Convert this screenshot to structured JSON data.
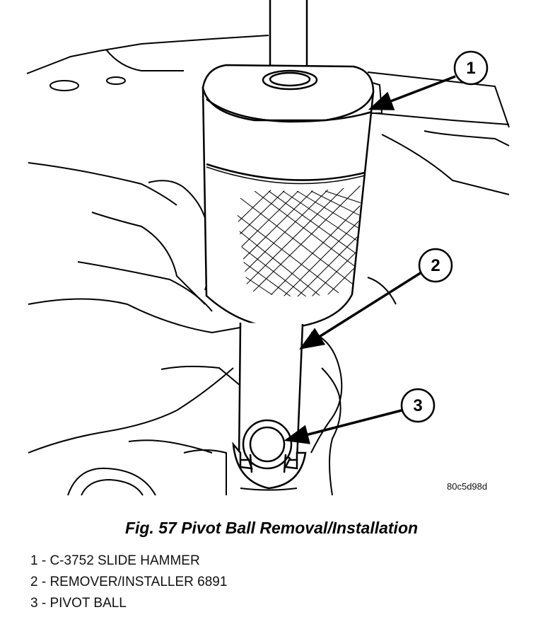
{
  "figure": {
    "caption": "Fig. 57 Pivot Ball Removal/Installation",
    "image_code": "80c5d98d",
    "callouts": [
      "1",
      "2",
      "3"
    ],
    "legend": [
      "1 - C-3752 SLIDE HAMMER",
      "2 - REMOVER/INSTALLER 6891",
      "3 - PIVOT BALL"
    ]
  }
}
